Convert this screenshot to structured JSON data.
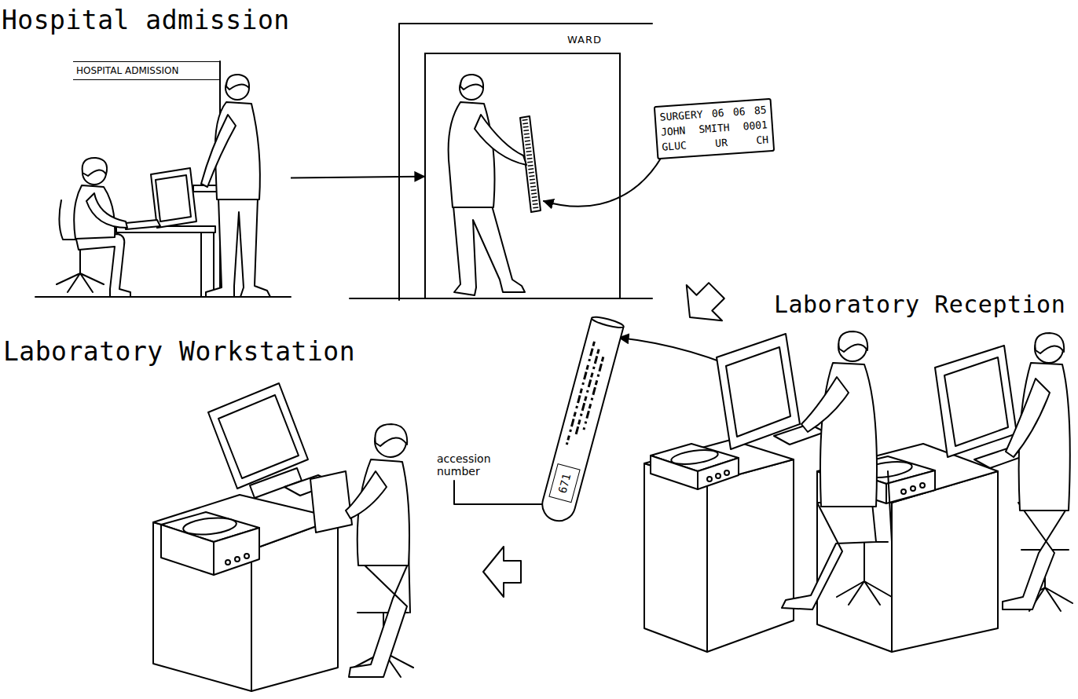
{
  "diagram": {
    "nodes": [
      {
        "text": [
          "HOSPITAL ADMISSION"
        ]
      },
      {
        "text": [
          "WARD"
        ]
      },
      {
        "text": [
          "SURGERY 06 06 85",
          "JOHN SMITH 0001",
          "GLUC UR CH"
        ]
      },
      {
        "text": [
          "671"
        ]
      }
    ],
    "edges": [
      {
        "from": 0,
        "to": 1,
        "arrow": "to"
      }
    ],
    "labels": [
      "Hospital admission",
      "Laboratory Reception",
      "Laboratory Workstation",
      "accession number"
    ]
  }
}
